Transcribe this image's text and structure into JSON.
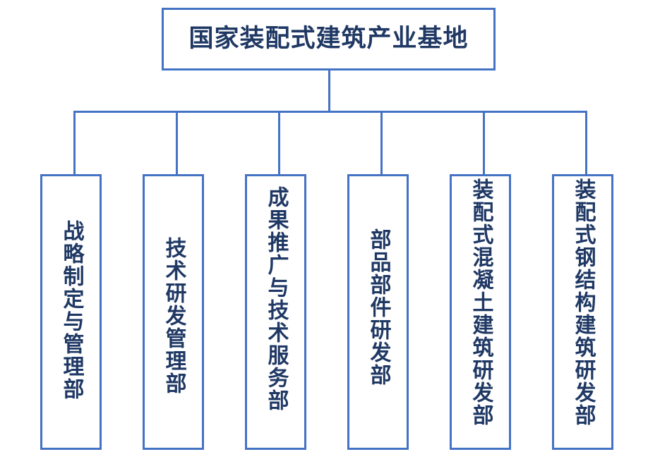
{
  "diagram": {
    "type": "organization-chart",
    "orientation": "top-down",
    "colors": {
      "border": "#4472C4",
      "connector": "#4472C4",
      "text": "#1F3864",
      "background": "#FFFFFF"
    },
    "root": {
      "label": "国家装配式建筑产业基地",
      "text_direction": "horizontal"
    },
    "children": [
      {
        "id": "strategy",
        "label": "战略制定与管理部",
        "text_direction": "vertical"
      },
      {
        "id": "tech-rd-mgmt",
        "label": "技术研发管理部",
        "text_direction": "vertical"
      },
      {
        "id": "promotion-service",
        "label": "成果推广与技术服务部",
        "text_direction": "vertical"
      },
      {
        "id": "components-rd",
        "label": "部品部件研发部",
        "text_direction": "vertical"
      },
      {
        "id": "concrete-building-rd",
        "label": "装配式混凝土建筑研发部",
        "text_direction": "vertical"
      },
      {
        "id": "steel-building-rd",
        "label": "装配式钢结构建筑研发部",
        "text_direction": "vertical"
      }
    ]
  }
}
